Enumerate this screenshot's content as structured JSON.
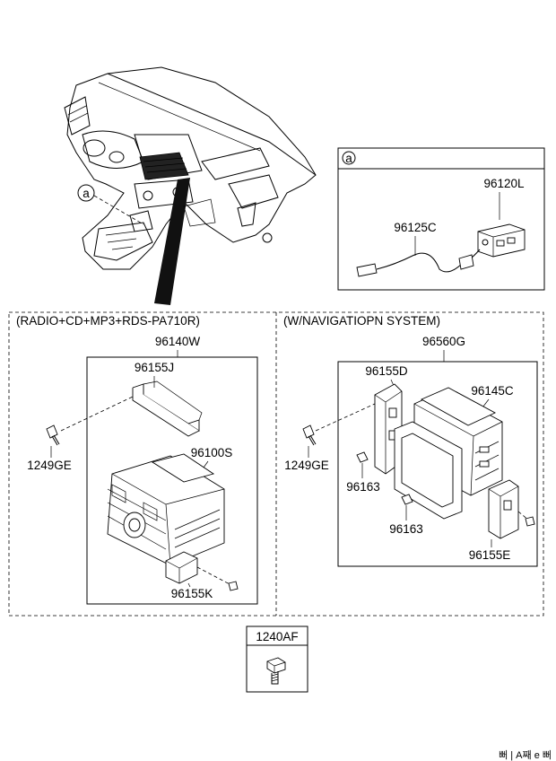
{
  "callout": {
    "letter": "a"
  },
  "inset": {
    "letter": "a",
    "part_unit": "96120L",
    "part_cable": "96125C"
  },
  "left_group": {
    "header": "(RADIO+CD+MP3+RDS-PA710R)",
    "assembly": "96140W",
    "bracket_top": "96155J",
    "screw": "1249GE",
    "unit": "96100S",
    "bracket_bottom": "96155K"
  },
  "right_group": {
    "header": "(W/NAVIGATIOPN SYSTEM)",
    "assembly": "96560G",
    "bracket_left": "96155D",
    "module": "96145C",
    "screw": "1249GE",
    "clip_upper": "96163",
    "clip_lower": "96163",
    "bracket_right": "96155E"
  },
  "bolt": {
    "part": "1240AF"
  },
  "footer": {
    "text": "뻐 | A째 e 뻐"
  }
}
